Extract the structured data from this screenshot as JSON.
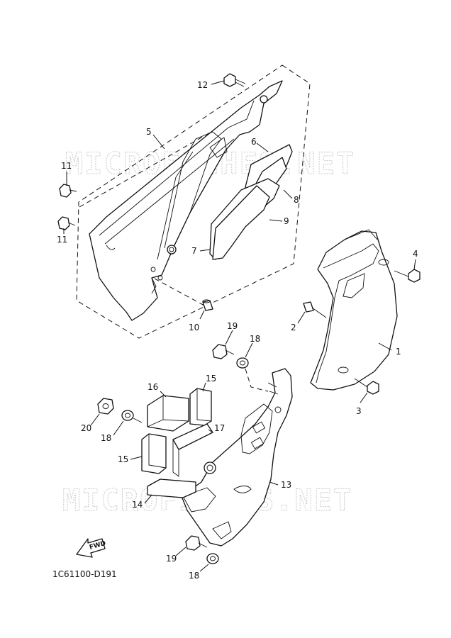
{
  "diagram": {
    "watermarks": [
      "MICROFICHES.NET",
      "MICROFICHES.NET"
    ],
    "diagram_code": "1C61100-D191",
    "fwd_label": "FWD",
    "callouts": [
      "1",
      "2",
      "3",
      "4",
      "5",
      "6",
      "7",
      "8",
      "9",
      "10",
      "11",
      "11",
      "12",
      "13",
      "14",
      "15",
      "15",
      "16",
      "17",
      "18",
      "18",
      "18",
      "19",
      "19",
      "20"
    ]
  }
}
